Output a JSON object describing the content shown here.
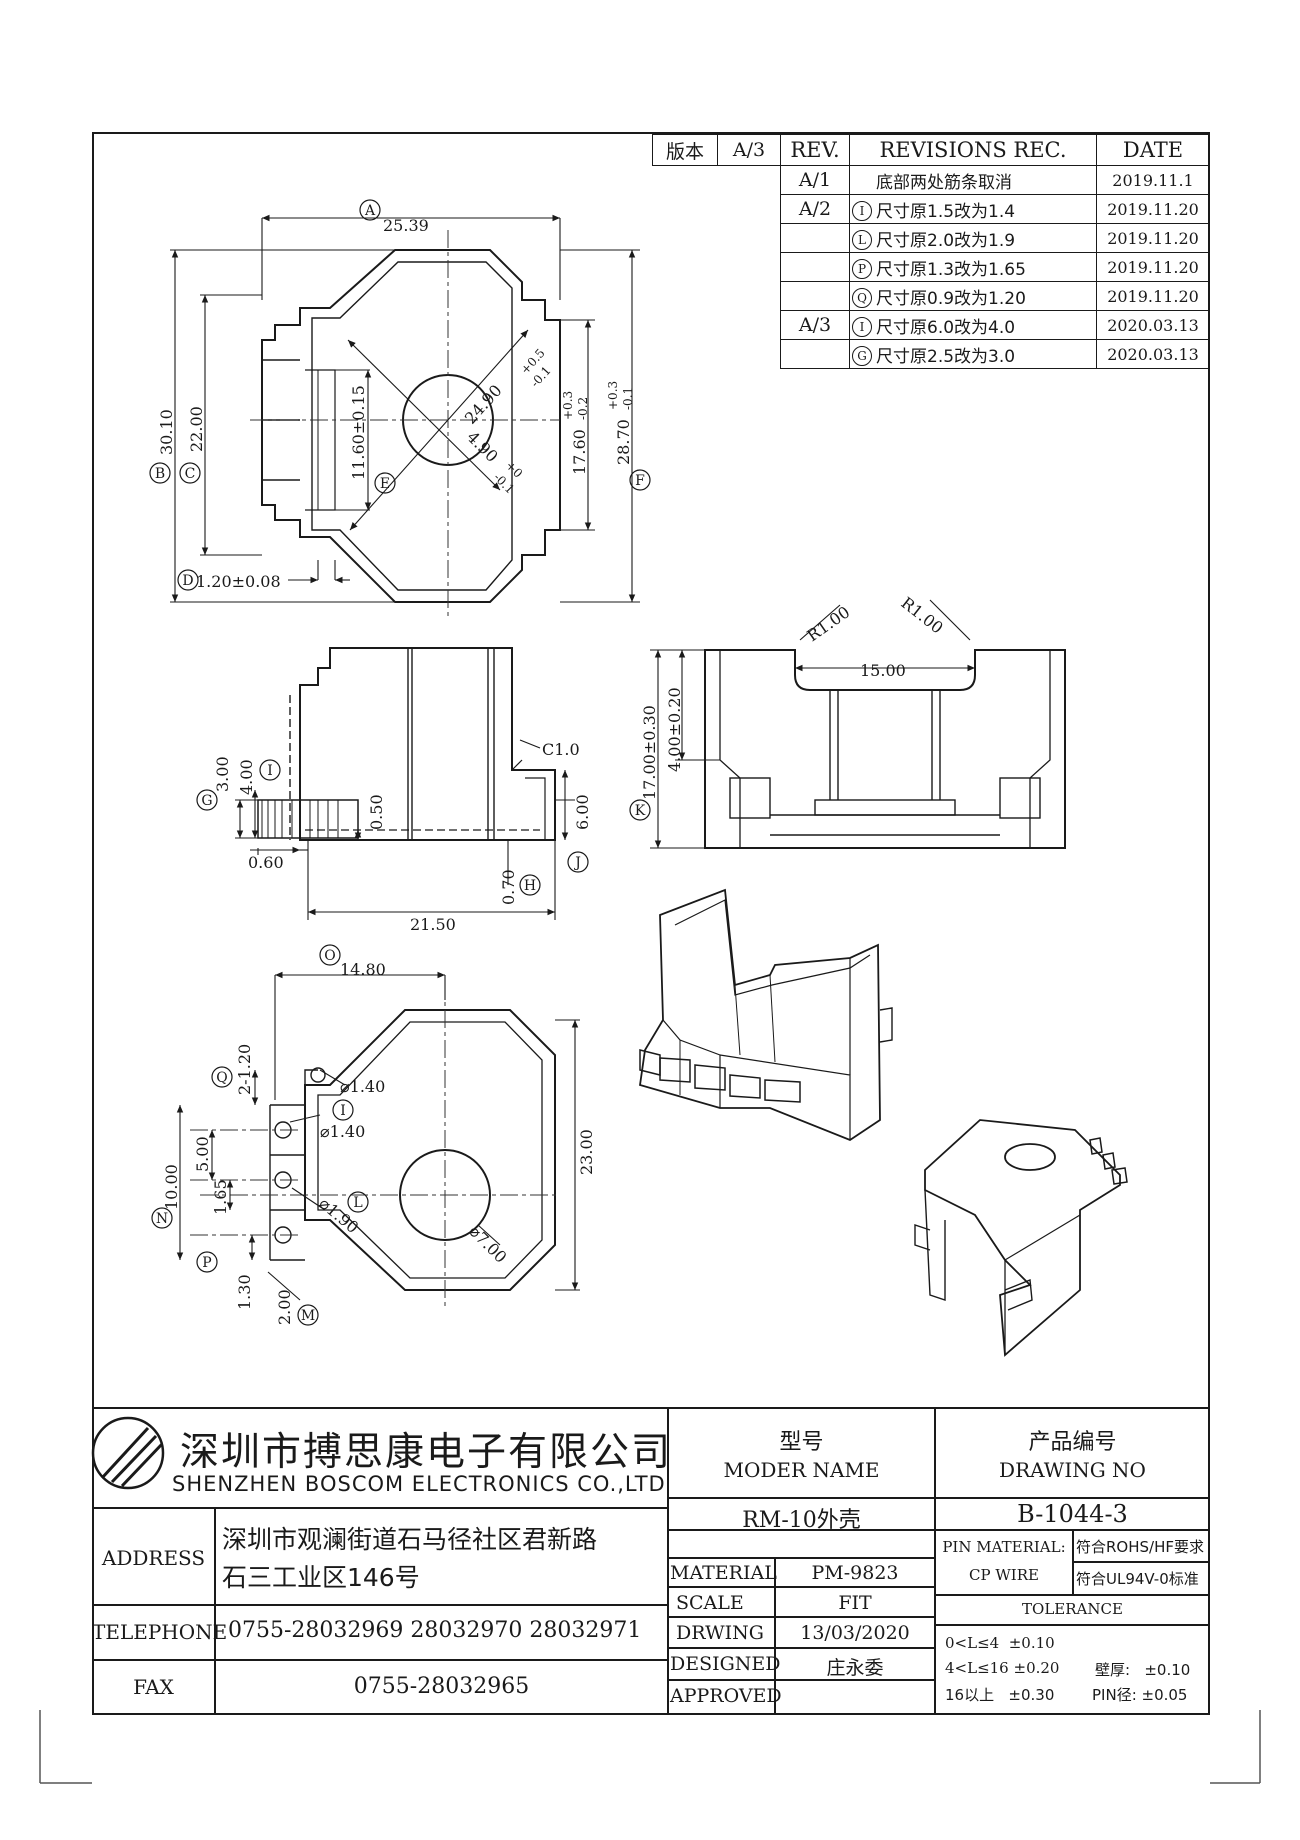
{
  "revisions": {
    "version_label": "版本",
    "version_value": "A/3",
    "headers": [
      "REV.",
      "REVISIONS REC.",
      "DATE"
    ],
    "rows": [
      {
        "rev": "A/1",
        "mark": "",
        "desc": "底部两处筋条取消",
        "date": "2019.11.1"
      },
      {
        "rev": "A/2",
        "mark": "I",
        "desc": "尺寸原1.5改为1.4",
        "date": "2019.11.20"
      },
      {
        "rev": "",
        "mark": "L",
        "desc": "尺寸原2.0改为1.9",
        "date": "2019.11.20"
      },
      {
        "rev": "",
        "mark": "P",
        "desc": "尺寸原1.3改为1.65",
        "date": "2019.11.20"
      },
      {
        "rev": "",
        "mark": "Q",
        "desc": "尺寸原0.9改为1.20",
        "date": "2019.11.20"
      },
      {
        "rev": "A/3",
        "mark": "I",
        "desc": "尺寸原6.0改为4.0",
        "date": "2020.03.13"
      },
      {
        "rev": "",
        "mark": "G",
        "desc": "尺寸原2.5改为3.0",
        "date": "2020.03.13"
      }
    ]
  },
  "top_view": {
    "dims": {
      "A": "25.39",
      "B": "30.10",
      "C": "22.00",
      "D": "1.20±0.08",
      "E_a": "24.90",
      "E_a_tol_up": "+0.5",
      "E_a_tol_dn": "-0.1",
      "E_b": "4.90",
      "E_b_tol_up": "+0",
      "E_b_tol_dn": "-0.1",
      "E_c": "11.60±0.15",
      "F": "28.70",
      "F_tol_up": "+0.3",
      "F_tol_dn": "-0.1",
      "G17": "17.60",
      "G17_tol_up": "+0.3",
      "G17_tol_dn": "-0.2"
    },
    "labels": [
      "A",
      "B",
      "C",
      "D",
      "E",
      "F"
    ]
  },
  "side_view": {
    "dims": {
      "G": "3.00",
      "I": "4.00",
      "half": "0.50",
      "six": "6.00",
      "c1": "C1.0",
      "gap": "0.60",
      "H": "0.70",
      "width": "21.50"
    },
    "labels": [
      "G",
      "I",
      "J",
      "H"
    ]
  },
  "front_view": {
    "dims": {
      "r1": "R1.00",
      "r2": "R1.00",
      "w": "15.00",
      "K": "17.00±0.30",
      "h": "4.00±0.20"
    },
    "labels": [
      "K"
    ]
  },
  "bottom_view": {
    "dims": {
      "O": "14.80",
      "Q": "2-1.20",
      "d140a": "⌀1.40",
      "d140b": "⌀1.40",
      "five": "5.00",
      "N": "10.00",
      "d190": "⌀1.90",
      "P": "1.65",
      "d700": "⌀7.00",
      "twenty3": "23.00",
      "one30": "1.30",
      "M": "2.00"
    },
    "labels": [
      "O",
      "Q",
      "I",
      "L",
      "N",
      "P",
      "M"
    ]
  },
  "title_block": {
    "company_cn": "深圳市搏思康电子有限公司",
    "company_en": "SHENZHEN BOSCOM ELECTRONICS CO.,LTD",
    "model_cn": "型号",
    "model_en": "MODER NAME",
    "drawing_cn": "产品编号",
    "drawing_en": "DRAWING NO",
    "model_value": "RM-10外壳",
    "drawing_value": "B-1044-3",
    "address_label": "ADDRESS",
    "address_line1": "深圳市观澜街道石马径社区君新路",
    "address_line2": "石三工业区146号",
    "telephone_label": "TELEPHONE",
    "telephone": "0755-28032969 28032970 28032971",
    "fax_label": "FAX",
    "fax": "0755-28032965",
    "material_label": "MATERIAL",
    "material_value": "PM-9823",
    "scale_label": "SCALE",
    "scale_value": "FIT",
    "drwing_label": "DRWING",
    "drwing_value": "13/03/2020",
    "designed_label": "DESIGNED",
    "designed_value": "庄永委",
    "approved_label": "APPROVED",
    "approved_value": "",
    "pin_material_label": "PIN MATERIAL:",
    "pin_material_value": "CP WIRE",
    "rohs": "符合ROHS/HF要求",
    "ul": "符合UL94V-0标准",
    "tolerance_label": "TOLERANCE",
    "tol1": "0<L≤4  ±0.10",
    "tol2": "4<L≤16 ±0.20",
    "tol3": "16以上   ±0.30",
    "wall": "壁厚:   ±0.10",
    "pin": "PIN径: ±0.05"
  }
}
